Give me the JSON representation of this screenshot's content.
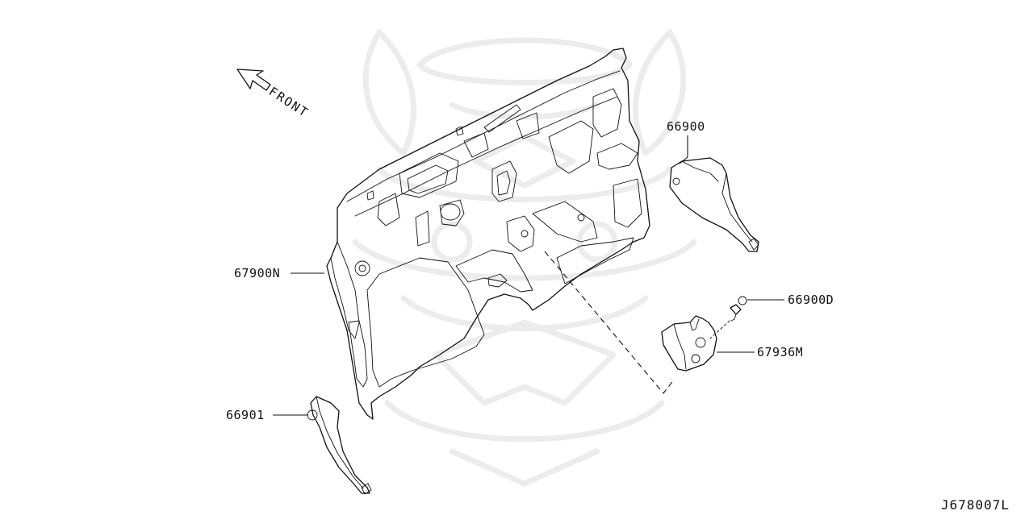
{
  "orientation": {
    "label": "FRONT"
  },
  "parts": [
    {
      "id": "insulator-dash-upper",
      "number": "66900"
    },
    {
      "id": "insulator-dash-lower",
      "number": "67900N"
    },
    {
      "id": "clip",
      "number": "66900D"
    },
    {
      "id": "insulator-bracket",
      "number": "67936M"
    },
    {
      "id": "insulator-side",
      "number": "66901"
    }
  ],
  "diagram_code": "J678007L",
  "colors": {
    "line": "#111111",
    "watermark": "#ececec",
    "background": "#ffffff"
  }
}
